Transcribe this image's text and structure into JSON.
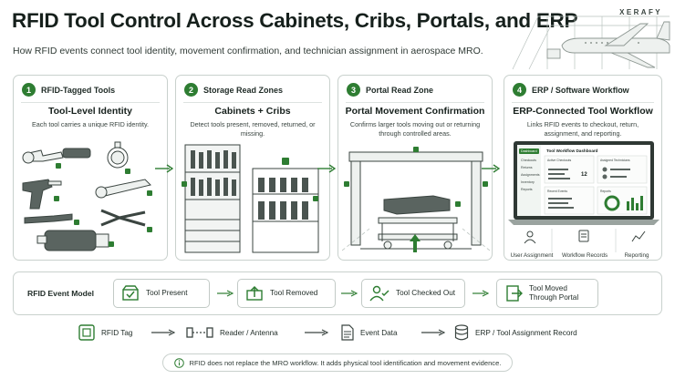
{
  "header": {
    "title": "RFID Tool Control Across Cabinets, Cribs, Portals, and ERP",
    "subtitle": "How RFID events connect tool identity, movement confirmation, and technician assignment in aerospace MRO.",
    "brand": "XERAFY"
  },
  "colors": {
    "accent": "#2e7d32",
    "dark": "#16201c",
    "border": "#c9d1cd"
  },
  "panels": [
    {
      "number": "1",
      "label": "RFID-Tagged Tools",
      "title": "Tool-Level Identity",
      "desc": "Each tool carries a unique RFID identity."
    },
    {
      "number": "2",
      "label": "Storage Read Zones",
      "title": "Cabinets + Cribs",
      "desc": "Detect tools present, removed, returned, or missing."
    },
    {
      "number": "3",
      "label": "Portal Read Zone",
      "title": "Portal Movement Confirmation",
      "desc": "Confirms larger tools moving out or returning through controlled areas."
    },
    {
      "number": "4",
      "label": "ERP / Software Workflow",
      "title": "ERP-Connected Tool Workflow",
      "desc": "Links RFID events to checkout, return, assignment, and reporting."
    }
  ],
  "dashboard": {
    "title": "Tool Workflow Dashboard",
    "sidebar": [
      "Dashboard",
      "Checkouts",
      "Returns",
      "Assignments",
      "Inventory",
      "Reports"
    ],
    "cards": [
      "Active Checkouts",
      "Assigned Technicians",
      "Recent Events",
      "Reports"
    ],
    "metric": "12",
    "footer": [
      "User Assignment",
      "Workflow Records",
      "Reporting"
    ]
  },
  "event_model": {
    "label": "RFID Event Model",
    "events": [
      {
        "icon": "tray-check-icon",
        "label": "Tool Present"
      },
      {
        "icon": "tray-arrow-up-icon",
        "label": "Tool Removed"
      },
      {
        "icon": "user-check-icon",
        "label": "Tool Checked Out"
      },
      {
        "icon": "door-exit-icon",
        "label": "Tool Moved Through Portal"
      }
    ]
  },
  "data_flow": [
    {
      "icon": "rfid-tag-icon",
      "label": "RFID Tag"
    },
    {
      "icon": "antenna-icon",
      "label": "Reader / Antenna"
    },
    {
      "icon": "document-icon",
      "label": "Event Data"
    },
    {
      "icon": "database-icon",
      "label": "ERP / Tool Assignment Record"
    }
  ],
  "note": "RFID does not replace the MRO workflow. It adds physical tool identification and movement evidence."
}
